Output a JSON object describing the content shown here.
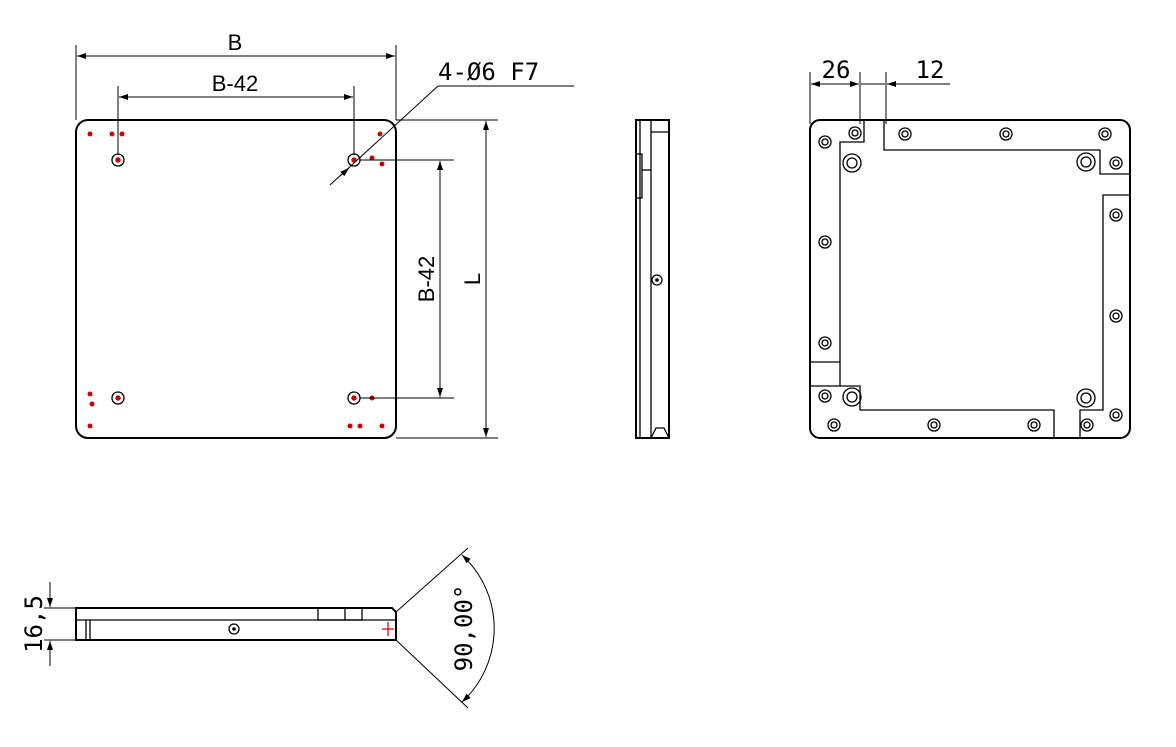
{
  "labels": {
    "width": "B",
    "width_inner": "B-42",
    "hole_callout": "4-Ø6 F7",
    "height_inner": "B-42",
    "length": "L",
    "dim_26": "26",
    "dim_12": "12",
    "thickness": "16,5",
    "angle": "90,00°"
  },
  "colors": {
    "line": "#000000",
    "marker": "#cc0000",
    "background": "#ffffff"
  }
}
